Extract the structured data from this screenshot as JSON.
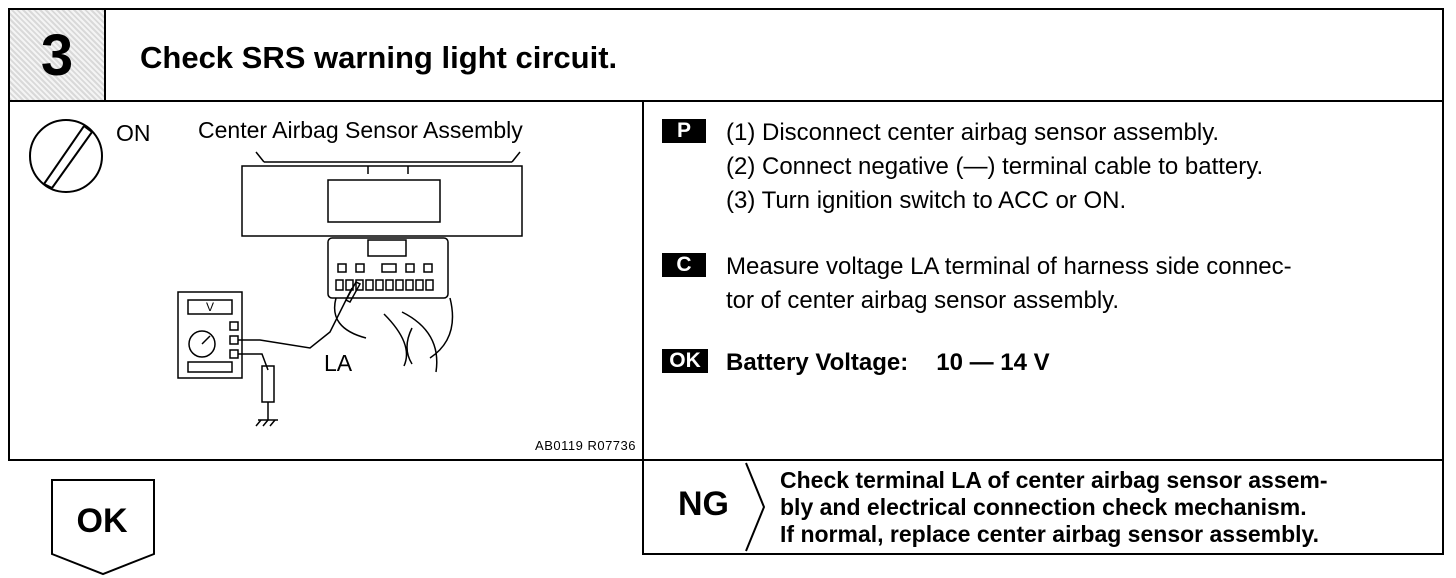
{
  "header": {
    "step_number": "3",
    "title": "Check SRS warning light circuit."
  },
  "diagram": {
    "switch_label": "ON",
    "assembly_label": "Center Airbag Sensor Assembly",
    "meter_label": "V",
    "terminal_label": "LA",
    "figure_code": "AB0119 R07736"
  },
  "instructions": {
    "p_tag": "P",
    "p_steps": [
      "(1)  Disconnect center airbag sensor assembly.",
      "(2)  Connect negative (—) terminal cable to battery.",
      "(3)  Turn ignition switch to ACC or ON."
    ],
    "c_tag": "C",
    "c_lines": [
      "Measure voltage LA terminal of harness side connec-",
      "tor of center airbag sensor assembly."
    ],
    "ok_tag": "OK",
    "result_label": "Battery Voltage:",
    "result_value": "10  —  14 V"
  },
  "ng": {
    "label": "NG",
    "lines": [
      "Check terminal LA of center airbag sensor assem-",
      "bly and electrical connection check mechanism.",
      "If normal, replace center airbag sensor assembly."
    ]
  },
  "ok_next": {
    "label": "OK"
  }
}
